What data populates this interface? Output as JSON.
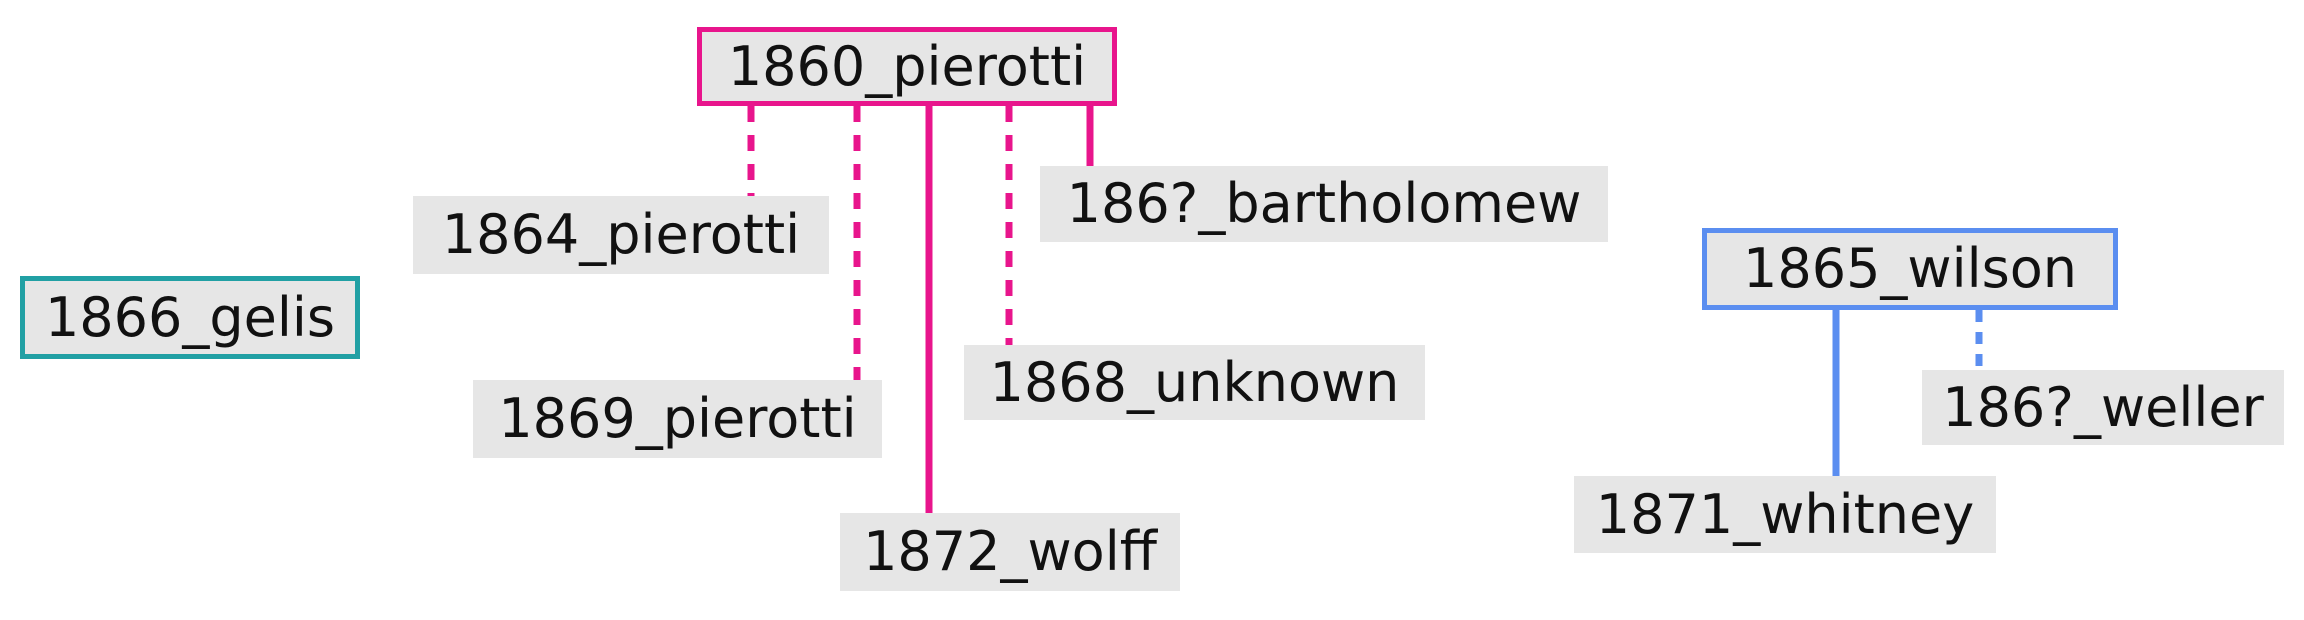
{
  "colors": {
    "pierotti_group": "#e8158c",
    "wilson_group": "#5b8ef0",
    "gelis_group": "#21a0a4",
    "node_fill": "#e6e6e6",
    "text": "#111111"
  },
  "nodes": {
    "pierotti_1860": "1860_pierotti",
    "pierotti_1864": "1864_pierotti",
    "bartholomew_186x": "186?_bartholomew",
    "gelis_1866": "1866_gelis",
    "unknown_1868": "1868_unknown",
    "pierotti_1869": "1869_pierotti",
    "wolff_1872": "1872_wolff",
    "wilson_1865": "1865_wilson",
    "weller_186x": "186?_weller",
    "whitney_1871": "1871_whitney"
  },
  "edges": [
    {
      "from": "1860_pierotti",
      "to": "1864_pierotti",
      "style": "dashed"
    },
    {
      "from": "1860_pierotti",
      "to": "1869_pierotti",
      "style": "dashed"
    },
    {
      "from": "1860_pierotti",
      "to": "1872_wolff",
      "style": "solid"
    },
    {
      "from": "1860_pierotti",
      "to": "1868_unknown",
      "style": "dashed"
    },
    {
      "from": "1860_pierotti",
      "to": "186?_bartholomew",
      "style": "solid"
    },
    {
      "from": "1865_wilson",
      "to": "1871_whitney",
      "style": "solid"
    },
    {
      "from": "1865_wilson",
      "to": "186?_weller",
      "style": "dashed"
    }
  ]
}
